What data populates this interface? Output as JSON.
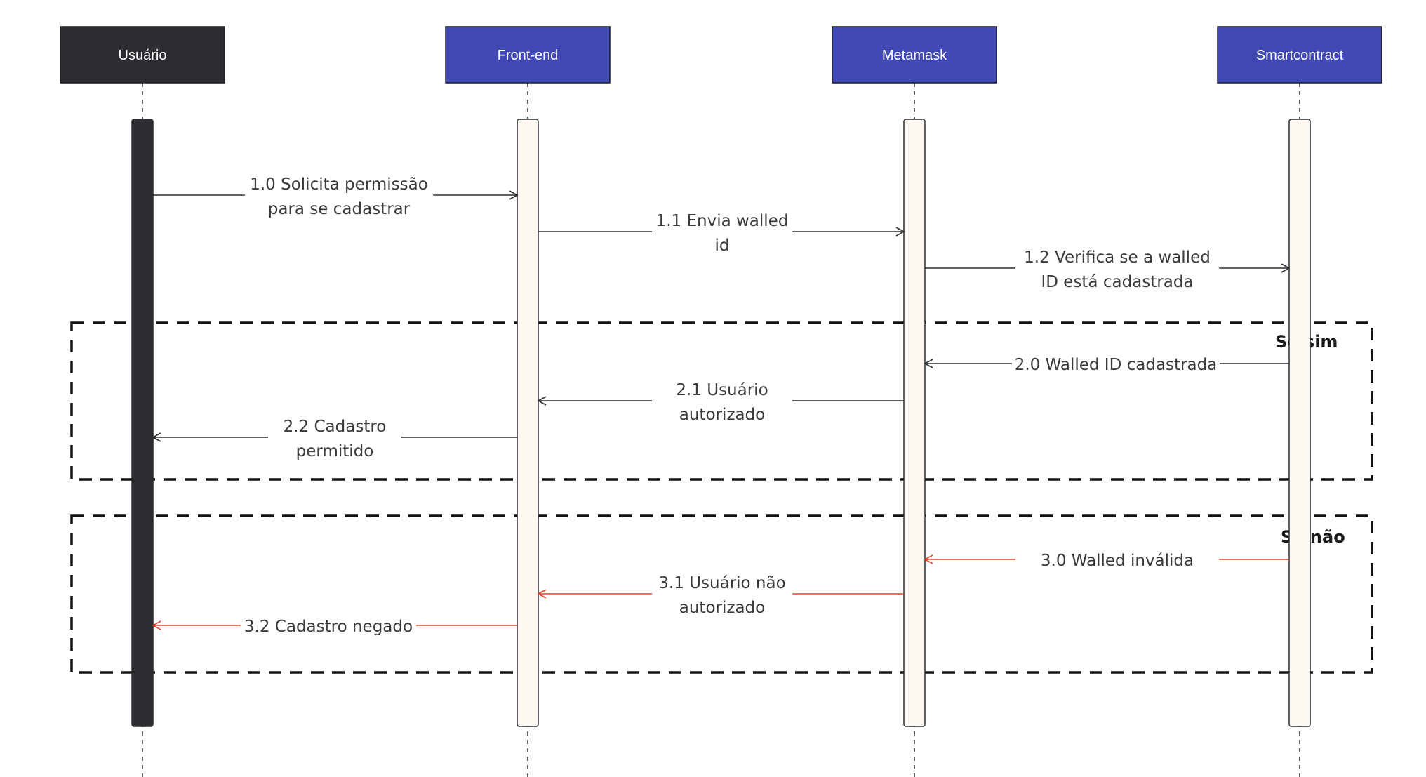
{
  "diagram": {
    "type": "sequence",
    "colors": {
      "background": "#ffffff",
      "user_actor": "#2c2d30",
      "system_actor": "#4049b4",
      "activation_fill": "#fdf9f2",
      "activation_stroke": "#2c2d30",
      "user_activation_fill": "#2c2d30",
      "normal_arrow": "#2c2d30",
      "negative_arrow": "#e0442c",
      "frame_border": "#111111"
    },
    "participants": [
      {
        "id": "usuario",
        "label": "Usuário",
        "style": "dark"
      },
      {
        "id": "frontend",
        "label": "Front-end",
        "style": "blue"
      },
      {
        "id": "metamask",
        "label": "Metamask",
        "style": "blue"
      },
      {
        "id": "smartcontract",
        "label": "Smartcontract",
        "style": "blue"
      }
    ],
    "frames": [
      {
        "id": "se-sim",
        "label": "Se sim"
      },
      {
        "id": "se-nao",
        "label": "Se não"
      }
    ],
    "messages": [
      {
        "id": "m1-0",
        "from": "usuario",
        "to": "frontend",
        "lines": [
          "1.0 Solicita permissão",
          "para se cadastrar"
        ],
        "status": "normal"
      },
      {
        "id": "m1-1",
        "from": "frontend",
        "to": "metamask",
        "lines": [
          "1.1 Envia walled",
          "id"
        ],
        "status": "normal"
      },
      {
        "id": "m1-2",
        "from": "metamask",
        "to": "smartcontract",
        "lines": [
          "1.2 Verifica se a walled",
          "ID está cadastrada"
        ],
        "status": "normal"
      },
      {
        "id": "m2-0",
        "from": "smartcontract",
        "to": "metamask",
        "lines": [
          "2.0 Walled ID cadastrada"
        ],
        "status": "normal"
      },
      {
        "id": "m2-1",
        "from": "metamask",
        "to": "frontend",
        "lines": [
          "2.1 Usuário",
          "autorizado"
        ],
        "status": "normal"
      },
      {
        "id": "m2-2",
        "from": "frontend",
        "to": "usuario",
        "lines": [
          "2.2 Cadastro",
          "permitido"
        ],
        "status": "normal"
      },
      {
        "id": "m3-0",
        "from": "smartcontract",
        "to": "metamask",
        "lines": [
          "3.0 Walled inválida"
        ],
        "status": "negative"
      },
      {
        "id": "m3-1",
        "from": "metamask",
        "to": "frontend",
        "lines": [
          "3.1 Usuário não",
          "autorizado"
        ],
        "status": "negative"
      },
      {
        "id": "m3-2",
        "from": "frontend",
        "to": "usuario",
        "lines": [
          "3.2 Cadastro negado"
        ],
        "status": "negative"
      }
    ]
  }
}
